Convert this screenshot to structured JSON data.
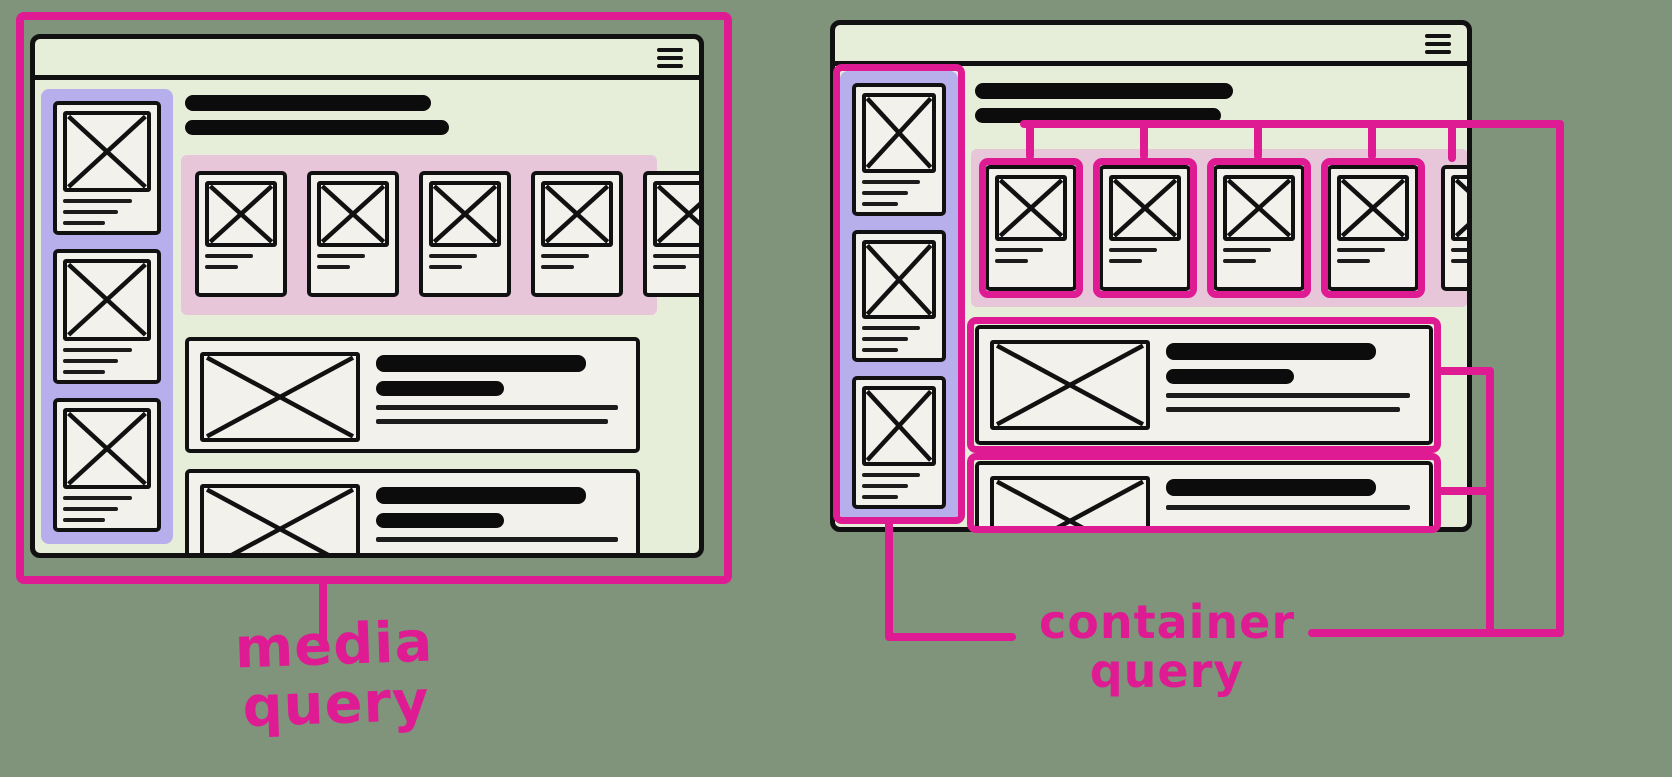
{
  "labels": {
    "media_query": "media query",
    "container_query": "container query"
  },
  "icons": {
    "window_menu": "hamburger-menu"
  },
  "colors": {
    "page_bg": "#7f947a",
    "pink": "#df1b94",
    "strip_pink": "#e7c6d9",
    "sidebar_purple": "#b7aeec",
    "window_green": "#e6eeda",
    "card_bg": "#f2f1ec",
    "ink": "#111111"
  }
}
